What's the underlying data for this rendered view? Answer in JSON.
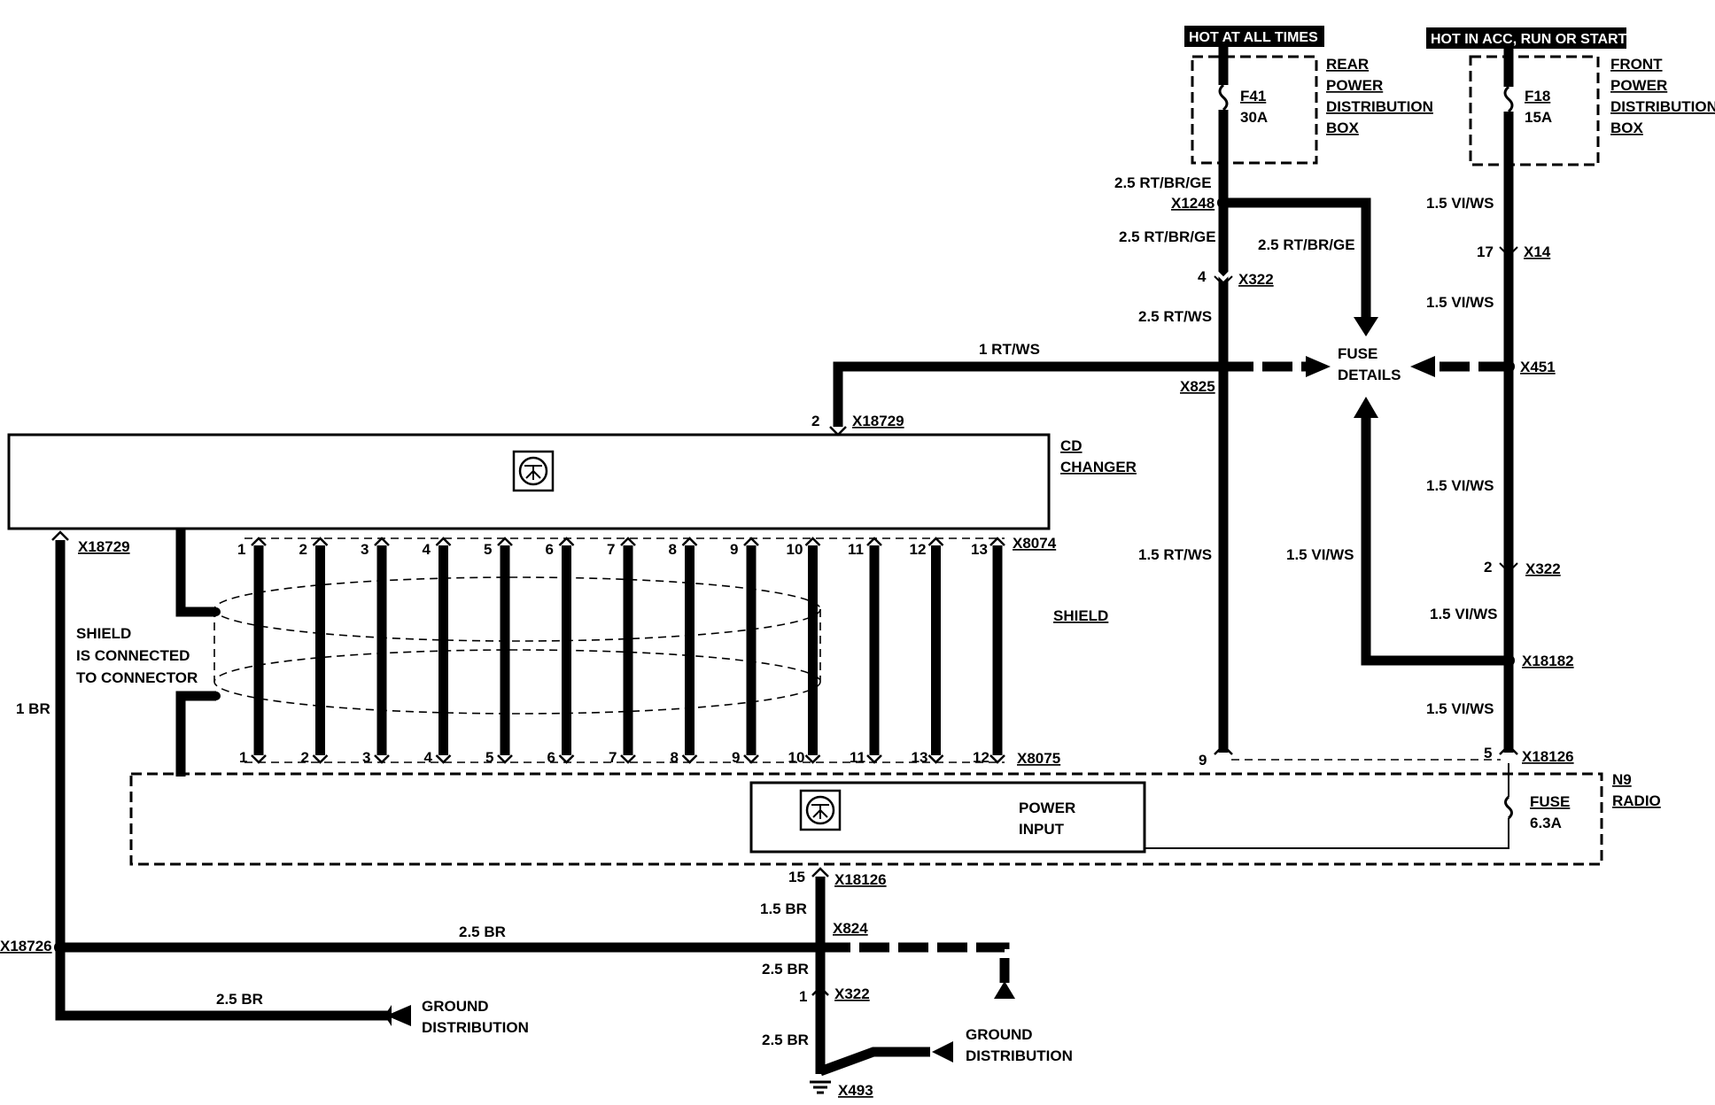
{
  "diagram": {
    "header_hot_all": "HOT AT ALL TIMES",
    "header_hot_acc": "HOT IN ACC, RUN OR START",
    "rear_box": [
      "REAR",
      "POWER",
      "DISTRIBUTION",
      "BOX"
    ],
    "front_box": [
      "FRONT",
      "POWER",
      "DISTRIBUTION",
      "BOX"
    ],
    "fuse_f41": {
      "name": "F41",
      "rating": "30A"
    },
    "fuse_f18": {
      "name": "F18",
      "rating": "15A"
    },
    "fuse_details": [
      "FUSE",
      "DETAILS"
    ],
    "cd_changer": [
      "CD",
      "CHANGER"
    ],
    "radio": {
      "id": "N9",
      "name": "RADIO"
    },
    "radio_fuse": {
      "name": "FUSE",
      "rating": "6.3A"
    },
    "power_input": [
      "POWER",
      "INPUT"
    ],
    "shield_label": "SHIELD",
    "shield_note": [
      "SHIELD",
      "IS CONNECTED",
      "TO CONNECTOR"
    ],
    "ground_distribution": [
      "GROUND",
      "DISTRIBUTION"
    ],
    "wires": {
      "rt_br_ge_25": "2.5 RT/BR/GE",
      "rt_br_ge_25_b": "2.5 RT/BR/GE",
      "rt_br_ge_25_c": "2.5  RT/BR/GE",
      "rt_ws_25": "2.5  RT/WS",
      "rt_ws_1": "1 RT/WS",
      "rt_ws_15": "1.5 RT/WS",
      "vi_ws_15_a": "1.5  VI/WS",
      "vi_ws_15_b": "1.5  VI/WS",
      "vi_ws_15_c": "1.5  VI/WS",
      "vi_ws_15_d": "1.5 VI/WS",
      "vi_ws_15_e": "1.5  VI/WS",
      "vi_ws_15_f": "1.5 VI/WS",
      "br_1": "1 BR",
      "br_15": "1.5  BR",
      "br_25_a": "2.5 BR",
      "br_25_b": "2.5  BR",
      "br_25_c": "2.5 BR",
      "br_25_d": "2.5  BR"
    },
    "connectors": {
      "x1248": "X1248",
      "x322_a": "X322",
      "x322_b": "X322",
      "x322_c": "X322",
      "x825": "X825",
      "x14": "X14",
      "x451": "X451",
      "x18729_top": "X18729",
      "x18729_left": "X18729",
      "x8074": "X8074",
      "x8075": "X8075",
      "x18182": "X18182",
      "x18126_top": "X18126",
      "x18126_bottom": "X18126",
      "x18726": "X18726",
      "x824": "X824",
      "x493": "X493"
    },
    "pins": {
      "x322_a": "4",
      "x14": "17",
      "x18729": "2",
      "x322_b": "2",
      "x18126_l": "9",
      "x18126_r": "5",
      "x18126_b": "15",
      "x322_c": "1"
    },
    "top_pins": [
      "1",
      "2",
      "3",
      "4",
      "5",
      "6",
      "7",
      "8",
      "9",
      "10",
      "11",
      "12",
      "13"
    ],
    "bottom_pins": [
      "1",
      "2",
      "3",
      "4",
      "5",
      "6",
      "7",
      "8",
      "9",
      "10",
      "11",
      "13",
      "12"
    ]
  }
}
